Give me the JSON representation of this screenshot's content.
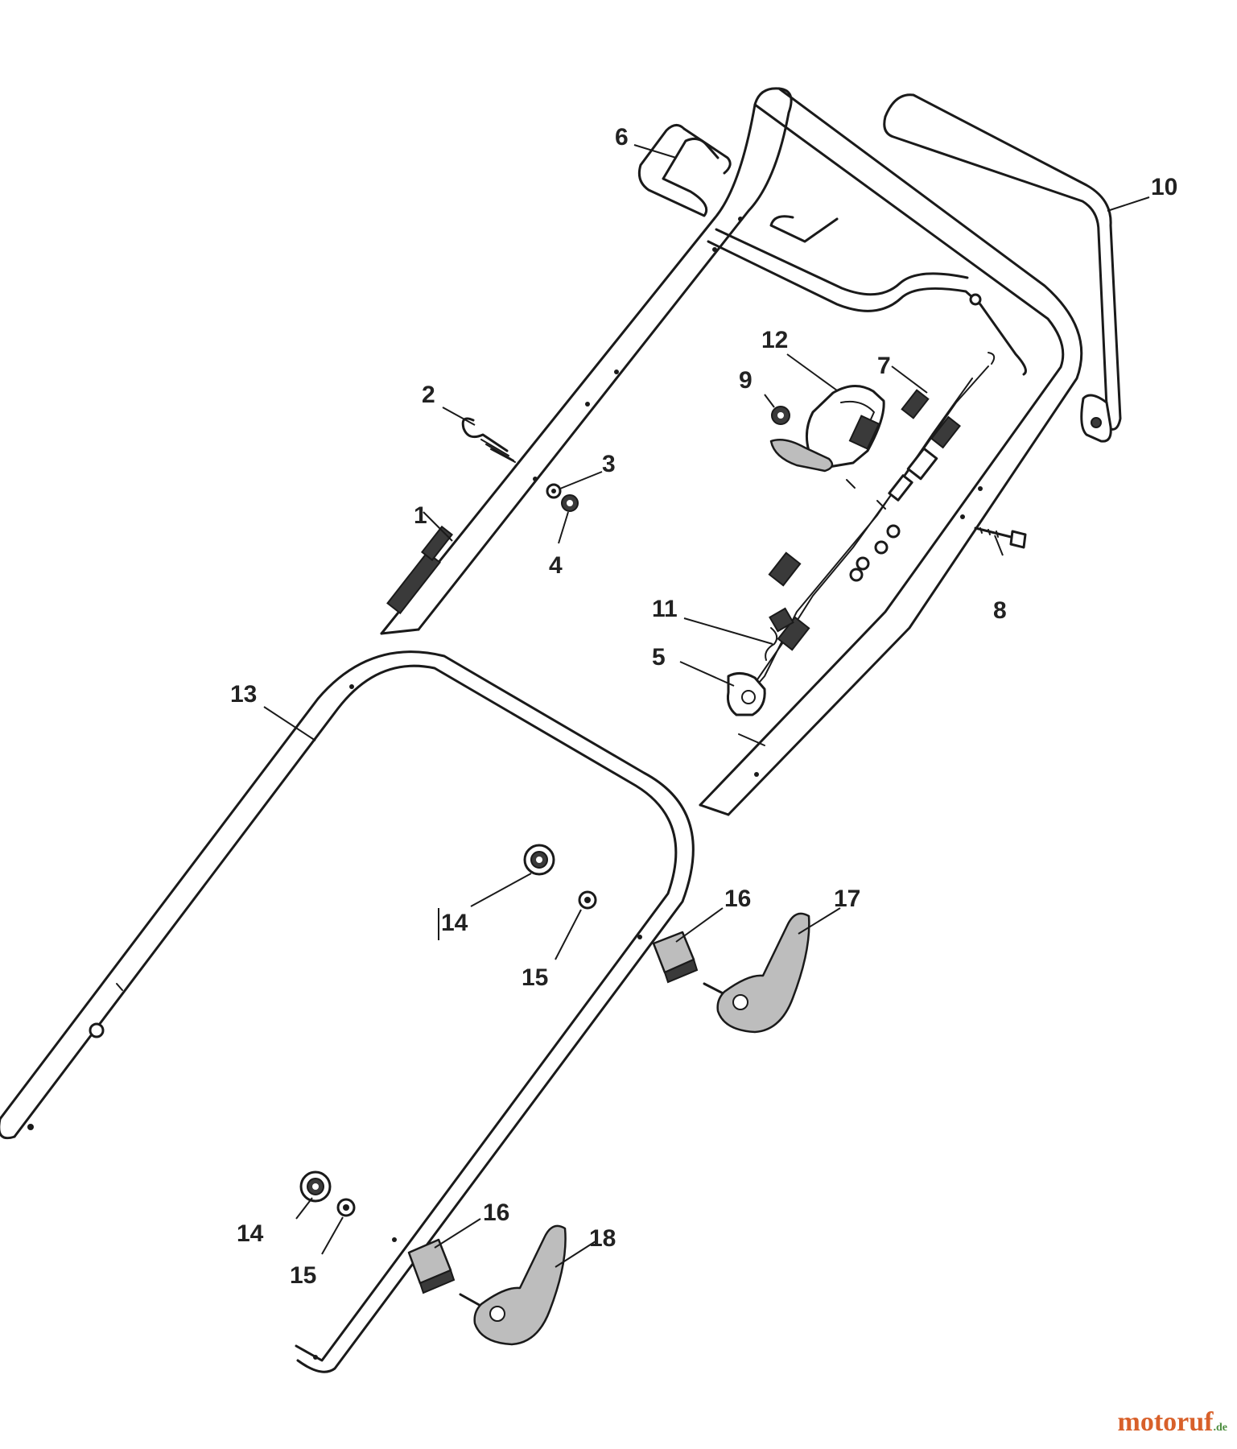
{
  "colors": {
    "line": "#1a1a1a",
    "label": "#222222",
    "grip": "#bdbdbd",
    "watermark_main": "#d8602a",
    "watermark_tld": "#4a8c3c"
  },
  "callouts": {
    "c1": "1",
    "c2": "2",
    "c3": "3",
    "c4": "4",
    "c5": "5",
    "c6": "6",
    "c7": "7",
    "c8": "8",
    "c9": "9",
    "c10": "10",
    "c11": "11",
    "c12": "12",
    "c13": "13",
    "c14a": "14",
    "c14b": "14",
    "c15a": "15",
    "c15b": "15",
    "c16a": "16",
    "c16b": "16",
    "c17": "17",
    "c18": "18"
  },
  "watermark": {
    "main": "motoruf",
    "tld": ".de"
  }
}
